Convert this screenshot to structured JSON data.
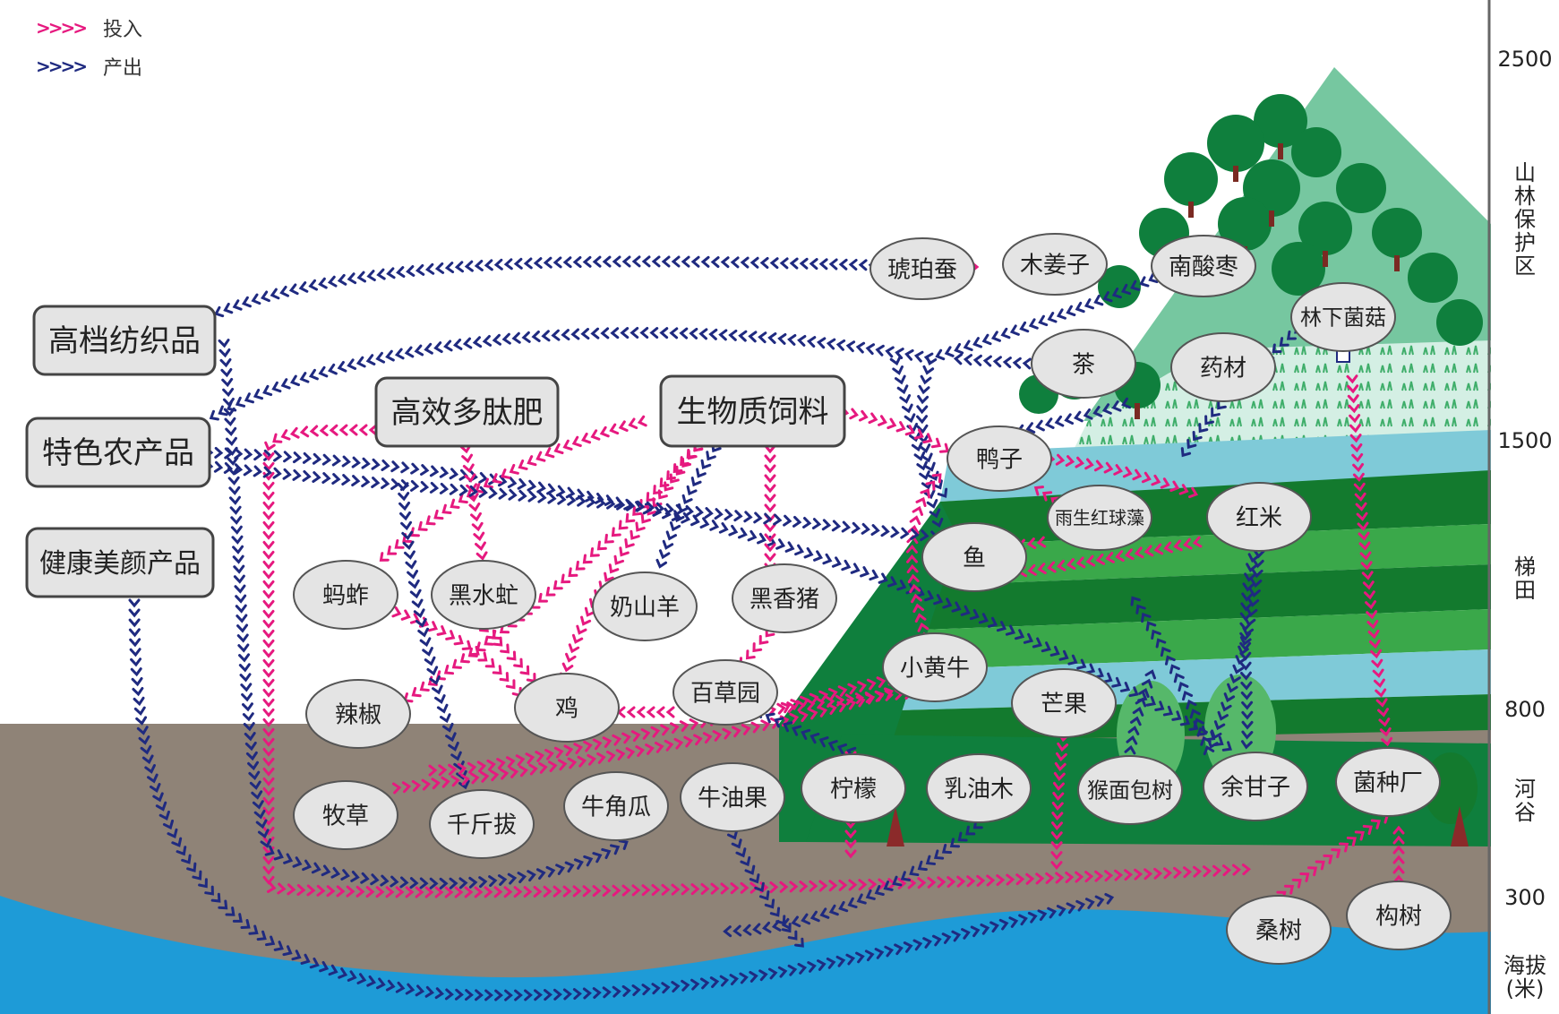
{
  "legend": [
    {
      "label": "投入",
      "color": "#e6197f"
    },
    {
      "label": "产出",
      "color": "#1f2a80"
    }
  ],
  "axis": {
    "ticks": [
      "2500",
      "1500",
      "800",
      "300"
    ],
    "zones": [
      "山林保护区",
      "梯田",
      "河谷"
    ],
    "unit": "海拔(米)"
  },
  "products": [
    "高档纺织品",
    "特色农产品",
    "健康美颜产品"
  ],
  "inputs": [
    "高效多肽肥",
    "生物质饲料"
  ],
  "nodes": [
    "琥珀蚕",
    "木姜子",
    "南酸枣",
    "林下菌菇",
    "茶",
    "药材",
    "鸭子",
    "雨生红球藻",
    "红米",
    "鱼",
    "蚂蚱",
    "黑水虻",
    "奶山羊",
    "黑香猪",
    "小黄牛",
    "芒果",
    "辣椒",
    "鸡",
    "百草园",
    "牧草",
    "千斤拔",
    "牛角瓜",
    "牛油果",
    "柠檬",
    "乳油木",
    "猴面包树",
    "余甘子",
    "菌种厂",
    "桑树",
    "构树"
  ],
  "colors": {
    "input": "#e6197f",
    "output": "#1f2a80",
    "soil": "#8f8377",
    "water": "#1e9bd7",
    "forest": "#0f7f3d",
    "terrace_dark": "#137a2e",
    "terrace_light": "#3aa84a",
    "river_band": "#7fcad8",
    "mountain_bg": "#76c7a0",
    "node_fill": "#e4e4e4"
  }
}
